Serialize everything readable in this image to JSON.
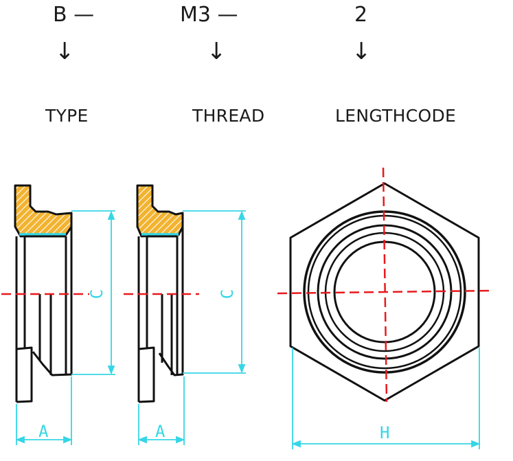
{
  "header": {
    "codes": [
      {
        "code": "B",
        "dash": "—",
        "arrow": "↓",
        "label": "TYPE"
      },
      {
        "code": "M3",
        "dash": "—",
        "arrow": "↓",
        "label": "THREAD"
      },
      {
        "code": "2",
        "dash": "",
        "arrow": "↓",
        "label": "LENGTHCODE"
      }
    ]
  },
  "drawing": {
    "dimension_labels": {
      "view1_height": "C",
      "view1_width": "A",
      "view2_height": "C",
      "view2_width": "A",
      "hex_width": "H"
    },
    "colors": {
      "outline": "#111111",
      "hatch_fill": "#f2b330",
      "hatch_line": "#ffffff",
      "dimension": "#35d6e6",
      "centerline": "#e8191c"
    }
  }
}
